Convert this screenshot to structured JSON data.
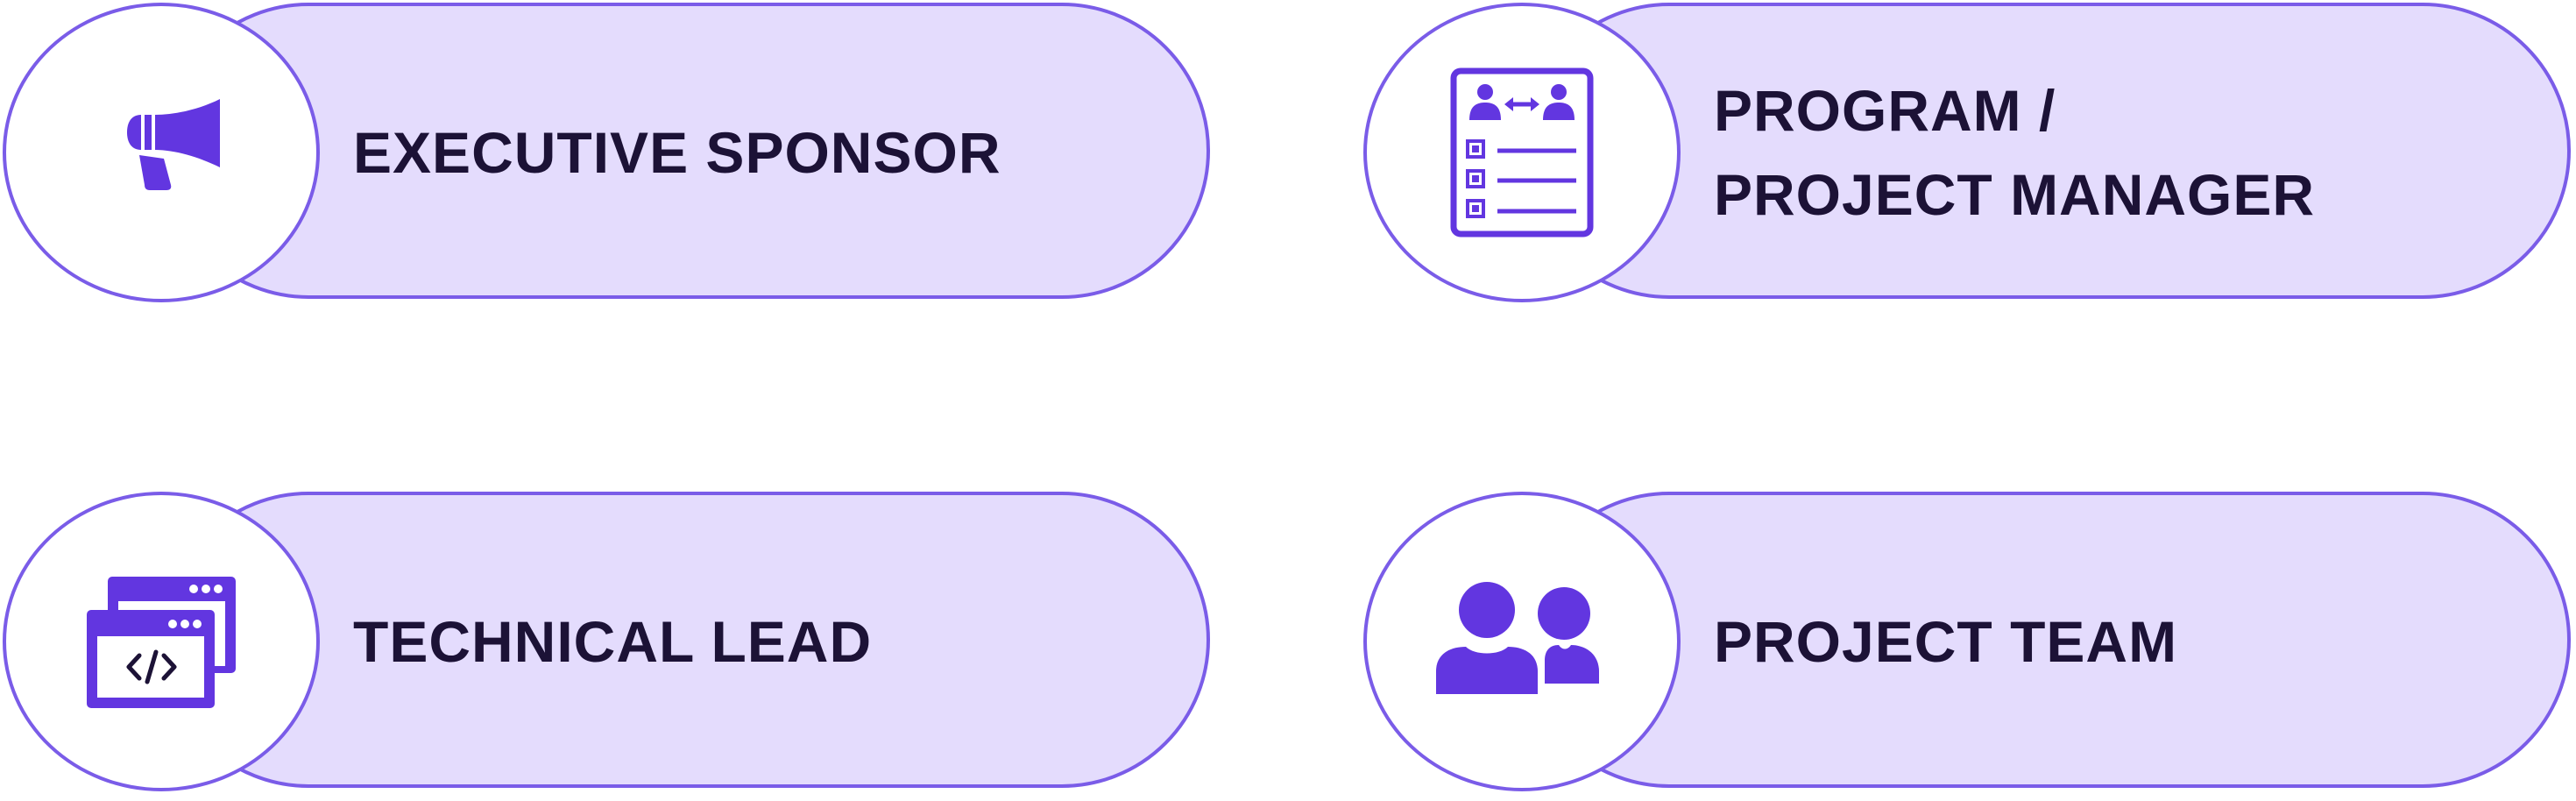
{
  "colors": {
    "accent": "#6236e0",
    "outline": "#7a5ce8",
    "pill_fill": "#e4dcfd",
    "text": "#1c1236"
  },
  "roles": [
    {
      "icon": "megaphone-icon",
      "label_lines": [
        "EXECUTIVE SPONSOR"
      ]
    },
    {
      "icon": "project-plan-icon",
      "label_lines": [
        "PROGRAM /",
        "PROJECT MANAGER"
      ]
    },
    {
      "icon": "code-windows-icon",
      "label_lines": [
        "TECHNICAL LEAD"
      ]
    },
    {
      "icon": "team-icon",
      "label_lines": [
        "PROJECT TEAM"
      ]
    }
  ]
}
